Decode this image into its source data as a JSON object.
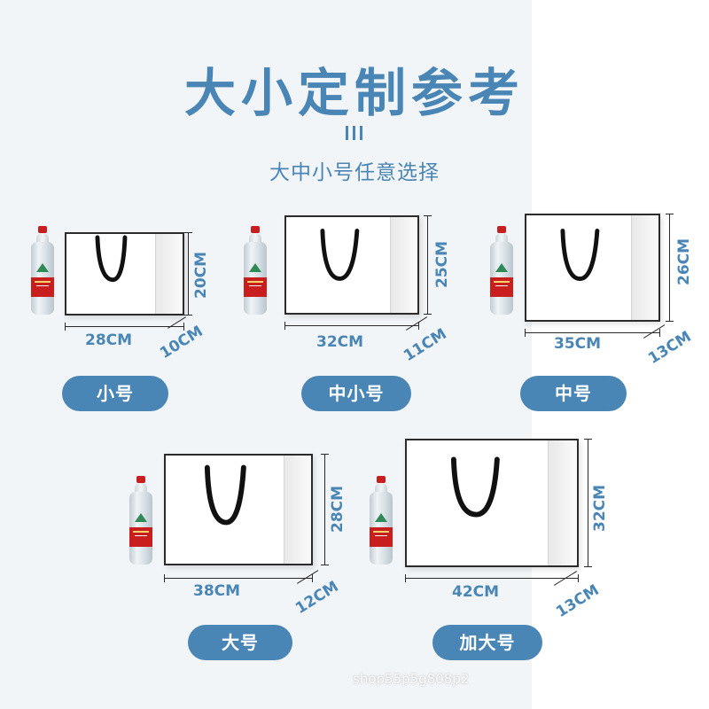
{
  "title": "大小定制参考",
  "subtitle": "大中小号任意选择",
  "watermark": "shop55p5g808p2",
  "colors": {
    "accent": "#4a86b5",
    "bag_border": "#2b2b2b",
    "bottle_label": "#c81e1e"
  },
  "sizes": [
    {
      "name": "小号",
      "width": "28CM",
      "height": "20CM",
      "depth": "10CM"
    },
    {
      "name": "中小号",
      "width": "32CM",
      "height": "25CM",
      "depth": "11CM"
    },
    {
      "name": "中号",
      "width": "35CM",
      "height": "26CM",
      "depth": "13CM"
    },
    {
      "name": "大号",
      "width": "38CM",
      "height": "28CM",
      "depth": "12CM"
    },
    {
      "name": "加大号",
      "width": "42CM",
      "height": "32CM",
      "depth": "13CM"
    }
  ]
}
